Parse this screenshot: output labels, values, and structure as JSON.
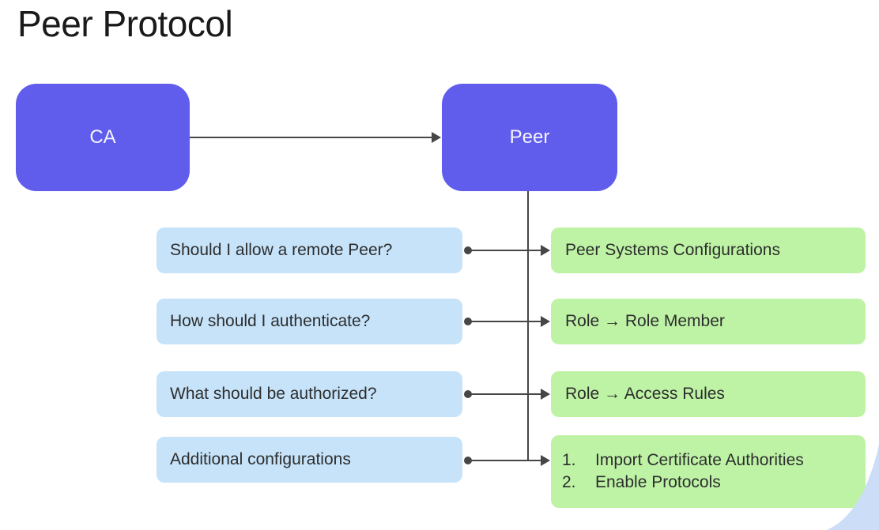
{
  "title": "Peer Protocol",
  "colors": {
    "purple": "#605ded",
    "lightblue": "#c6e3f9",
    "lightgreen": "#bef3a6",
    "line": "#464646",
    "corner": "#cbddf7",
    "title-color": "#1a1a1a",
    "box-text": "#2d2d2d",
    "node-text": "#f6f4fc"
  },
  "nodes": {
    "ca": "CA",
    "peer": "Peer"
  },
  "rows": [
    {
      "question": "Should I allow a remote Peer?",
      "answer": "Peer Systems Configurations"
    },
    {
      "question": "How should I authenticate?",
      "answer": "Role → Role Member"
    },
    {
      "question": "What should be authorized?",
      "answer": "Role → Access Rules"
    },
    {
      "question": "Additional configurations",
      "answer_items": [
        {
          "marker": "1.",
          "text": "Import Certificate Authorities"
        },
        {
          "marker": "2.",
          "text": "Enable Protocols"
        }
      ]
    }
  ]
}
